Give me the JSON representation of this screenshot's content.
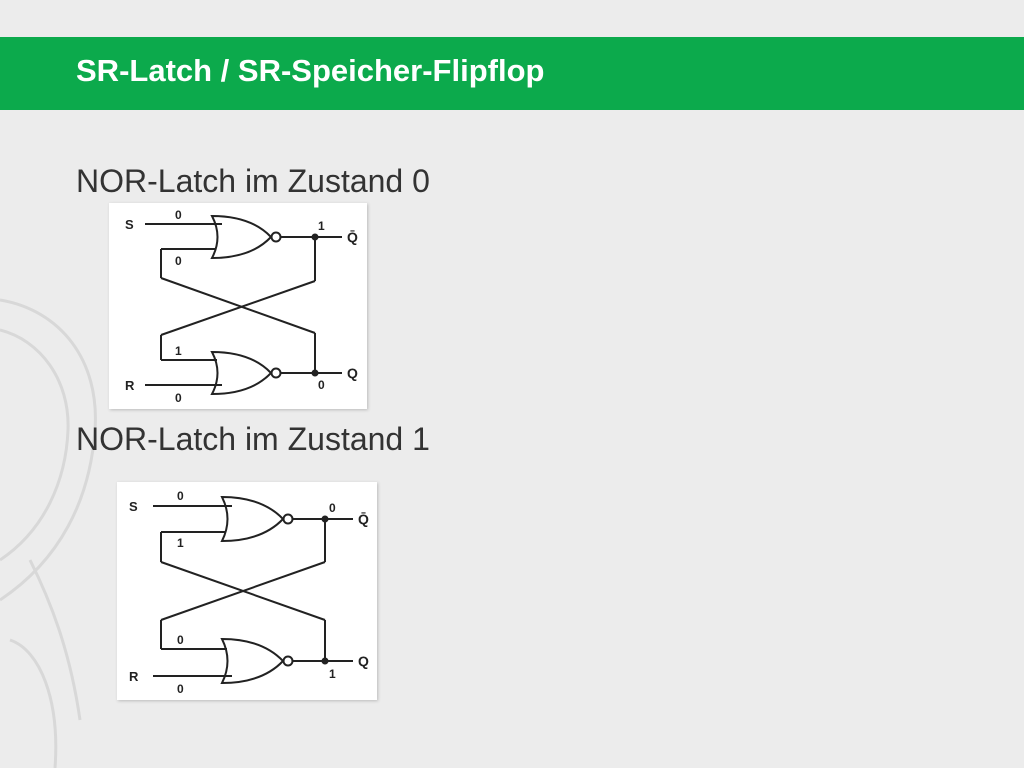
{
  "slide": {
    "title": "SR-Latch / SR-Speicher-Flipflop",
    "colors": {
      "title_bar": "#0caa4c",
      "title_text": "#ffffff",
      "body_text": "#333333",
      "background": "#ececec"
    }
  },
  "sections": [
    {
      "heading": "NOR-Latch im Zustand 0",
      "circuit": {
        "input_top_label": "S",
        "input_bottom_label": "R",
        "output_top_label": "Q̄",
        "output_bottom_label": "Q",
        "s_value": "0",
        "top_feedback_value": "0",
        "qbar_value": "1",
        "bottom_feedback_value": "1",
        "r_value": "0",
        "q_value": "0"
      }
    },
    {
      "heading": "NOR-Latch im Zustand 1",
      "circuit": {
        "input_top_label": "S",
        "input_bottom_label": "R",
        "output_top_label": "Q̄",
        "output_bottom_label": "Q",
        "s_value": "0",
        "top_feedback_value": "1",
        "qbar_value": "0",
        "bottom_feedback_value": "0",
        "r_value": "0",
        "q_value": "1"
      }
    }
  ]
}
